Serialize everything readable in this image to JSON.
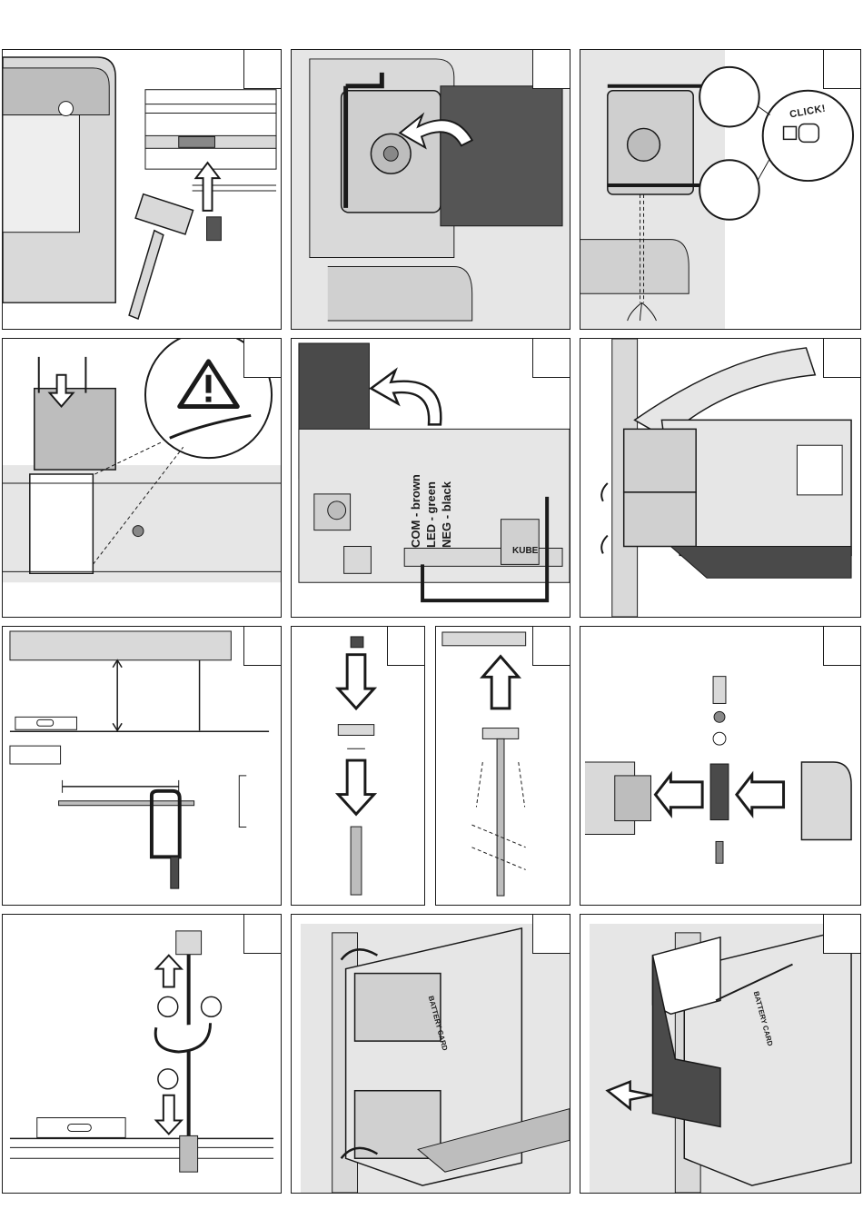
{
  "colors": {
    "stroke": "#1a1a1a",
    "light_gray": "#d9d9d9",
    "mid_gray": "#bdbdbd",
    "dark_gray": "#4a4a4a",
    "white": "#ffffff"
  },
  "callouts": {
    "click": "CLICK!",
    "kube": "KUBE",
    "battery_card": "BATTERY CARD"
  },
  "wire_labels": [
    {
      "text": "COM - brown"
    },
    {
      "text": "LED - green"
    },
    {
      "text": "NEG - black"
    }
  ],
  "icons": {
    "warning": "warning-triangle-icon",
    "hammer": "hammer-icon",
    "saw": "hacksaw-icon",
    "level": "spirit-level-icon",
    "arrow": "arrow-icon",
    "curved_arrow": "curved-arrow-icon"
  }
}
